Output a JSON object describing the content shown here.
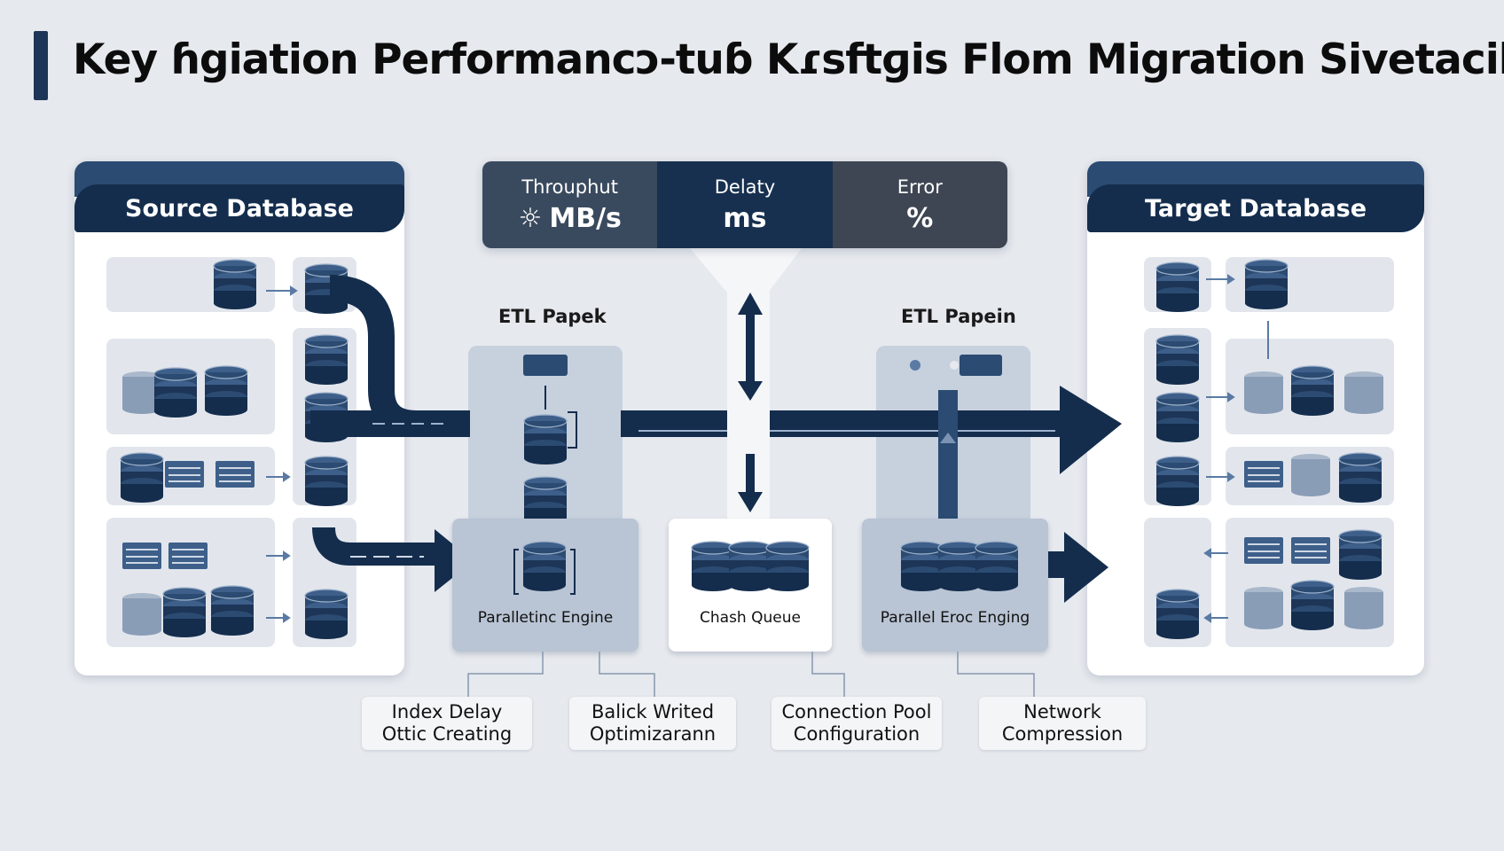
{
  "title": "Key ɦgiation Performancɔ-tuɓ Kɾsftɡis Flom  Migration Sivetacile",
  "colors": {
    "navy": "#142d4d",
    "mid": "#3d5f8a",
    "light": "#7b93b3",
    "bg": "#e6e9ee"
  },
  "source": {
    "title": "Source Database"
  },
  "target": {
    "title": "Target Database"
  },
  "metrics": [
    {
      "label": "Throuphut",
      "value": "MB/s",
      "icon": "gauge-icon"
    },
    {
      "label": "Delaty",
      "value": "ms"
    },
    {
      "label": "Error",
      "value": "%"
    }
  ],
  "etl": {
    "left_label": "ETL Papek",
    "right_label": "ETL Papein"
  },
  "engines": {
    "left": "Paralletinc Engine",
    "queue": "Chash Queue",
    "right": "Parallel Eroc Enging"
  },
  "optimizations": [
    {
      "line1": "Index Delay",
      "line2": "Ottic Creating"
    },
    {
      "line1": "Balick Writed",
      "line2": "Optimizarann"
    },
    {
      "line1": "Connection Pool",
      "line2": "Configuration"
    },
    {
      "line1": "Network",
      "line2": "Compression"
    }
  ]
}
